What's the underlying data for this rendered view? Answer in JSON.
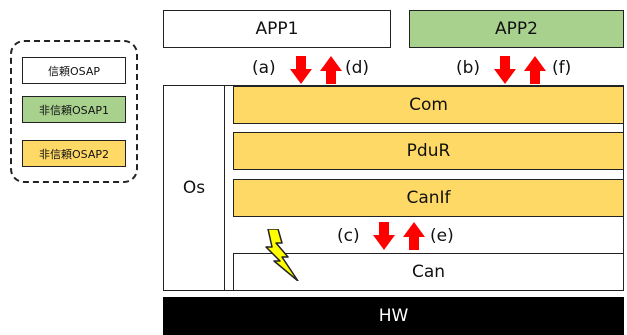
{
  "legend": {
    "items": [
      {
        "label": "信頼OSAP",
        "color": "#ffffff"
      },
      {
        "label": "非信頼OSAP1",
        "color": "#a9d18e"
      },
      {
        "label": "非信頼OSAP2",
        "color": "#ffd966"
      }
    ]
  },
  "apps": {
    "app1": {
      "label": "APP1",
      "color": "#ffffff"
    },
    "app2": {
      "label": "APP2",
      "color": "#a9d18e"
    }
  },
  "arrow_labels": {
    "a": "(a)",
    "d": "(d)",
    "b": "(b)",
    "f": "(f)",
    "c": "(c)",
    "e": "(e)"
  },
  "layers": {
    "os": "Os",
    "com": "Com",
    "pdur": "PduR",
    "canif": "CanIf",
    "can": "Can",
    "hw": "HW"
  },
  "colors": {
    "untrusted2": "#ffd966",
    "untrusted1": "#a9d18e",
    "trusted": "#ffffff",
    "arrow": "#ff0000",
    "hw": "#000000",
    "bolt": "#ffff00"
  },
  "icons": {
    "down_arrow": "down-arrow-icon",
    "up_arrow": "up-arrow-icon",
    "bolt": "lightning-bolt-icon"
  }
}
